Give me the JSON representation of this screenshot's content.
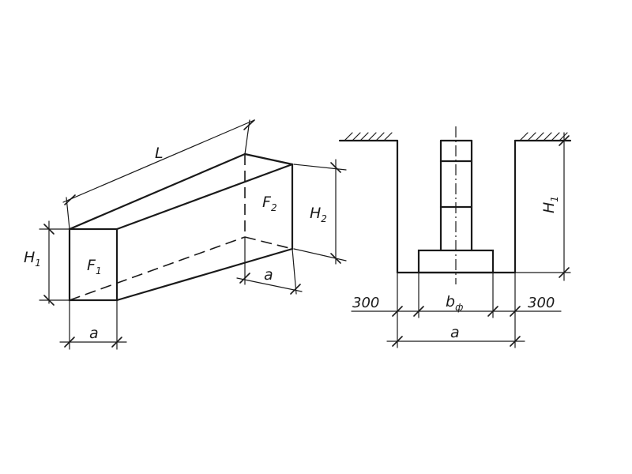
{
  "left_figure": {
    "length_main": "L",
    "height_front": "H",
    "height_front_sub": "1",
    "height_back": "H",
    "height_back_sub": "2",
    "face_front": "F",
    "face_front_sub": "1",
    "face_back": "F",
    "face_back_sub": "2",
    "width_front": "a",
    "width_back": "a"
  },
  "right_figure": {
    "depth_label": "H",
    "depth_sub": "1",
    "offset_left": "300",
    "offset_right": "300",
    "footing_width": "b",
    "footing_width_sub": "ф",
    "trench_width": "a"
  }
}
